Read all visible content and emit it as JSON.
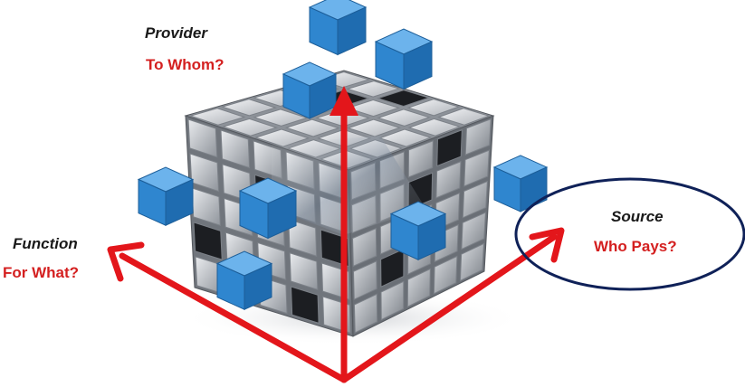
{
  "labels": {
    "provider": {
      "title": "Provider",
      "question": "To Whom?"
    },
    "function": {
      "title": "Function",
      "question": "For What?"
    },
    "source": {
      "title": "Source",
      "question": "Who Pays?"
    }
  },
  "colors": {
    "arrow": "#e3161b",
    "cube_blue": "#2f86cf",
    "cube_silver": "#b8bcc2",
    "ellipse": "#0f2158",
    "label_dark": "#1a1a1a",
    "label_red": "#d42020"
  },
  "icons": {
    "cube": "rubik-cube-icon"
  }
}
